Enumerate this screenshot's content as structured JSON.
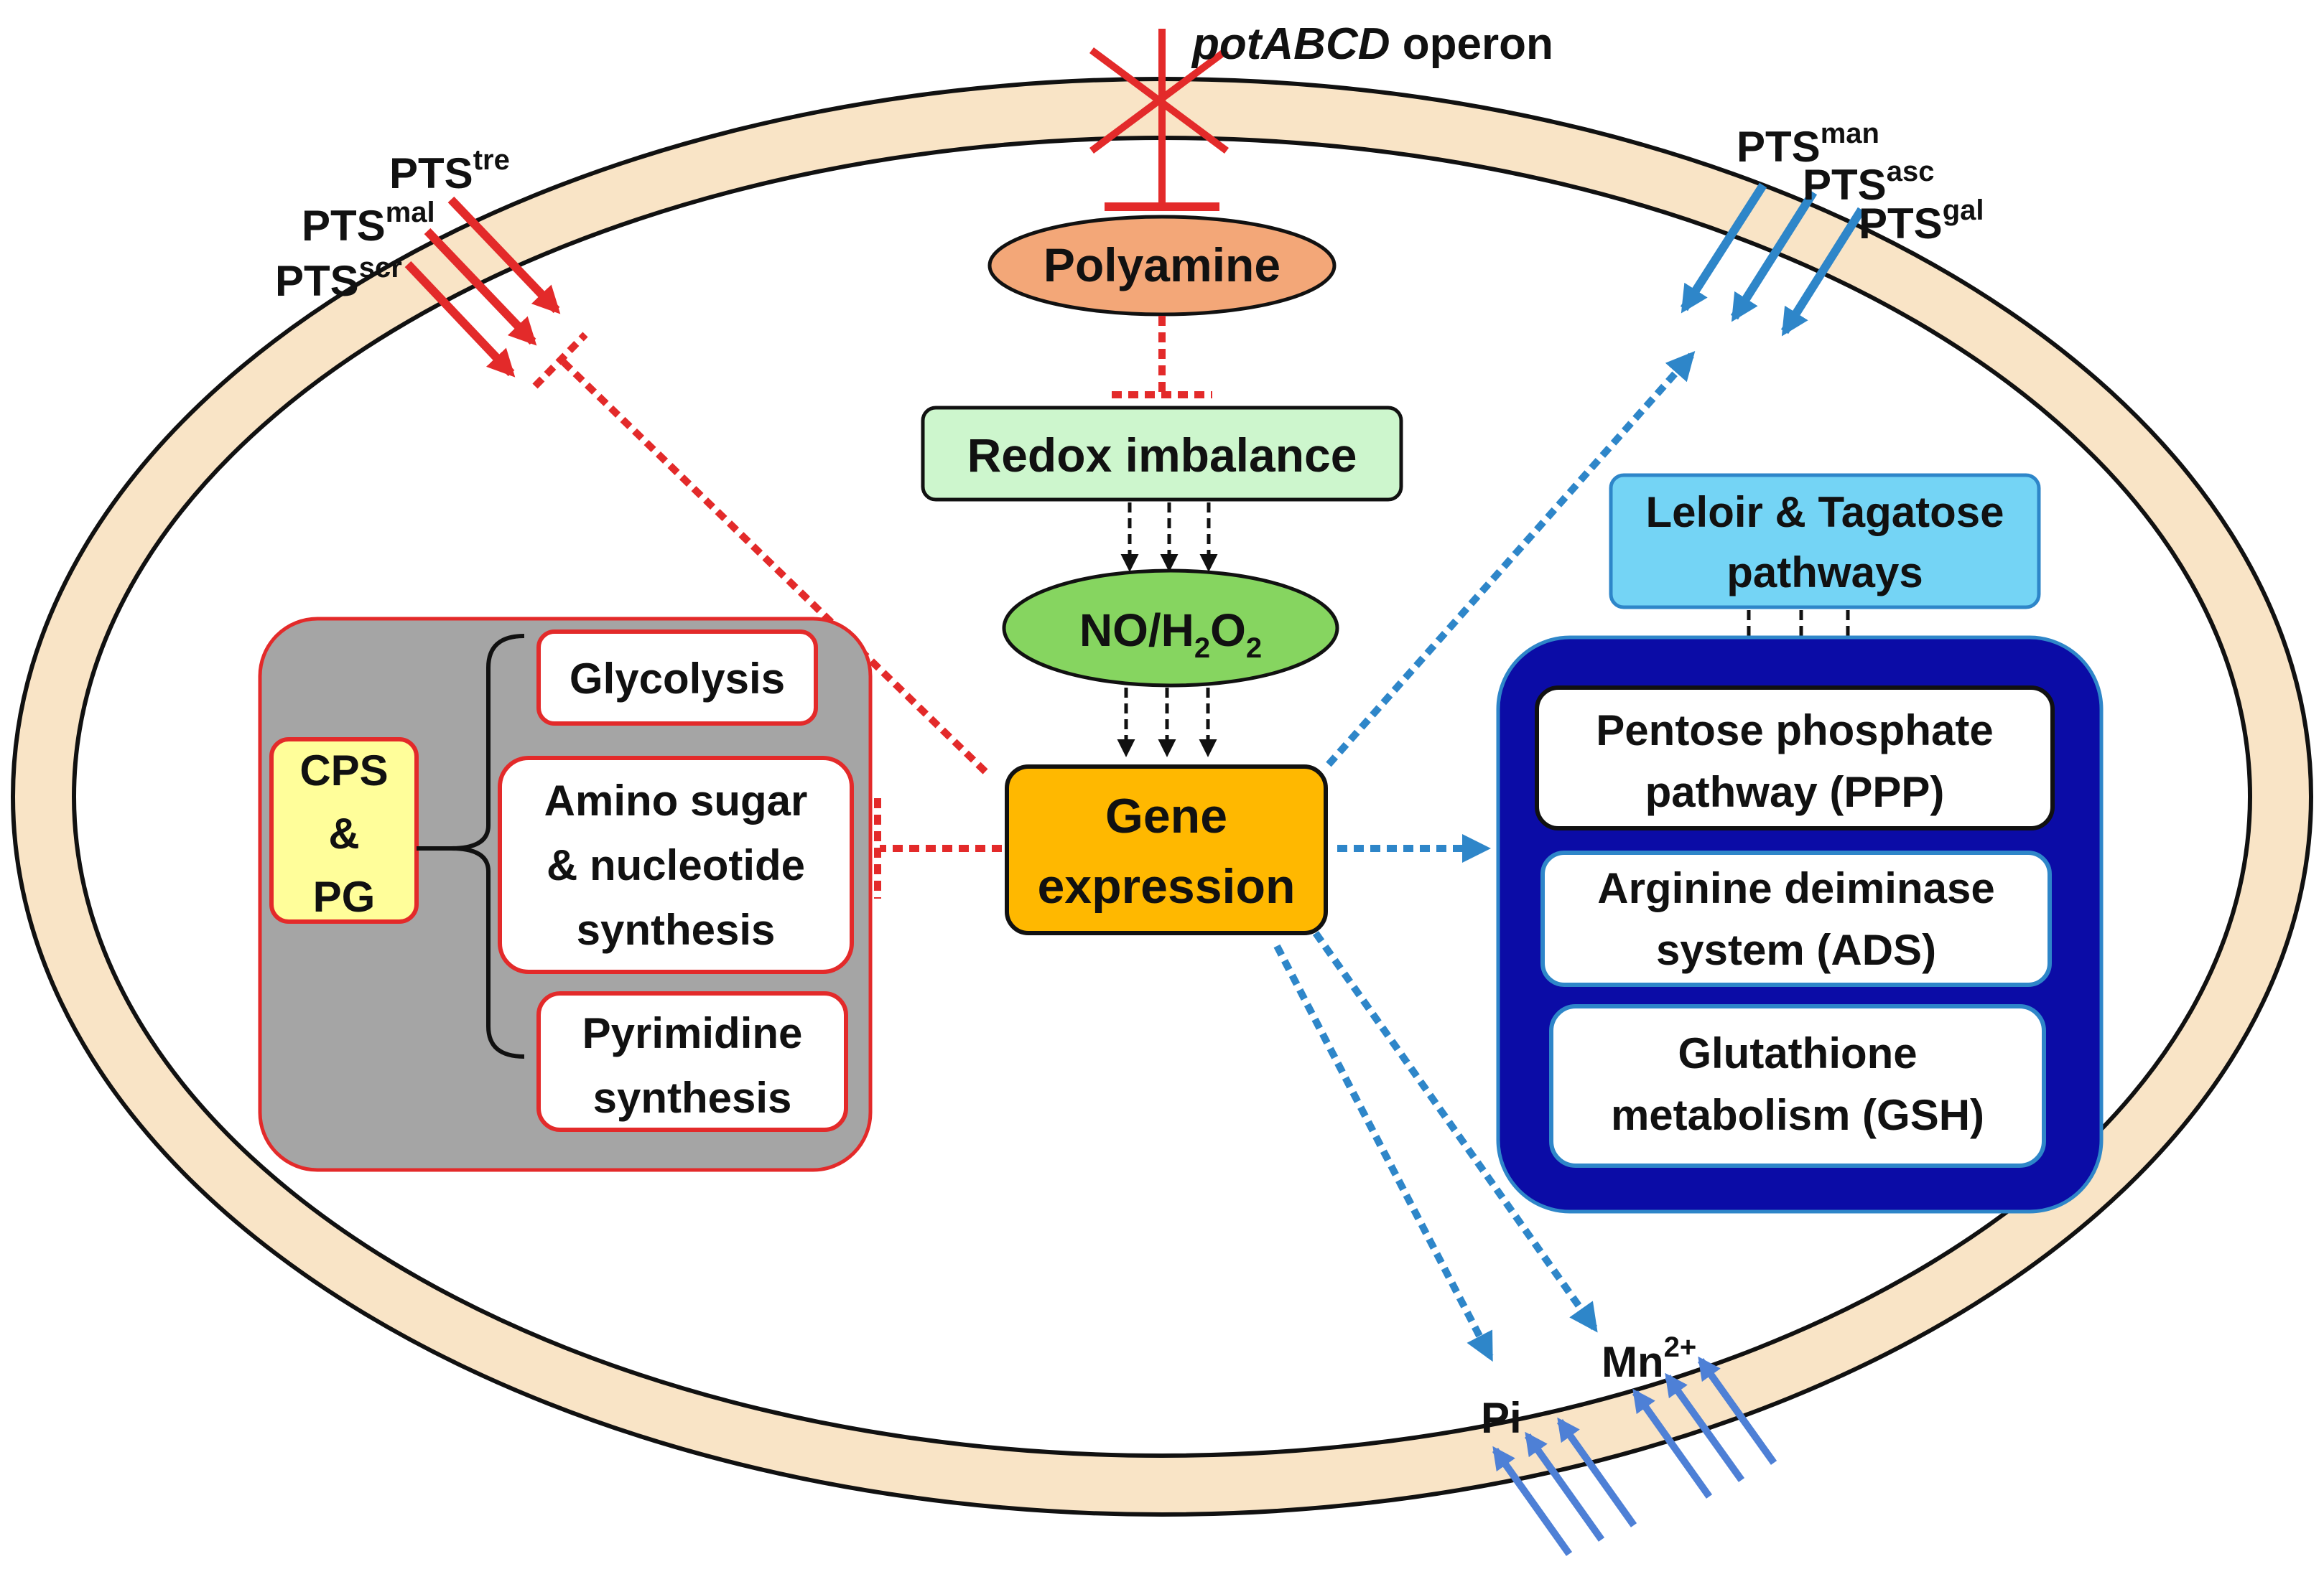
{
  "colors": {
    "membrane": "#f9e4c6",
    "membrane_stroke": "#111111",
    "red": "#e32a2a",
    "blue": "#2e86c9",
    "periwinkle": "#4e80d6",
    "polyamine_fill": "#f3a778",
    "redox_fill": "#cdf6cd",
    "no_fill": "#86d560",
    "gene_fill": "#ffb800",
    "leloir_fill": "#74d4f5",
    "navy": "#0b0ca6",
    "gray": "#a5a5a5",
    "cps_fill": "#fffe9a"
  },
  "operon": {
    "name_italic": "potABCD",
    "suffix": " operon"
  },
  "pts_left": [
    {
      "base": "PTS",
      "sup": "tre"
    },
    {
      "base": "PTS",
      "sup": "mal"
    },
    {
      "base": "PTS",
      "sup": "scr"
    }
  ],
  "pts_right": [
    {
      "base": "PTS",
      "sup": "man"
    },
    {
      "base": "PTS",
      "sup": "asc"
    },
    {
      "base": "PTS",
      "sup": "gal"
    }
  ],
  "polyamine": "Polyamine",
  "redox": "Redox imbalance",
  "no_h2o2": {
    "a": "NO/H",
    "b": "2",
    "c": "O",
    "d": "2"
  },
  "gene": {
    "line1": "Gene",
    "line2": "expression"
  },
  "left_group": {
    "cps": {
      "line1": "CPS",
      "line2": "&",
      "line3": "PG"
    },
    "glycolysis": "Glycolysis",
    "amino": {
      "line1": "Amino sugar",
      "line2": "& nucleotide",
      "line3": "synthesis"
    },
    "pyrimidine": {
      "line1": "Pyrimidine",
      "line2": "synthesis"
    }
  },
  "right_group": {
    "leloir": {
      "line1": "Leloir & Tagatose",
      "line2": "pathways"
    },
    "ppp": {
      "line1": "Pentose phosphate",
      "line2": "pathway (PPP)"
    },
    "ads": {
      "line1": "Arginine deiminase",
      "line2": "system (ADS)"
    },
    "gsh": {
      "line1": "Glutathione",
      "line2": "metabolism (GSH)"
    }
  },
  "pi": "Pi",
  "mn": {
    "base": "Mn",
    "sup": "2+"
  }
}
